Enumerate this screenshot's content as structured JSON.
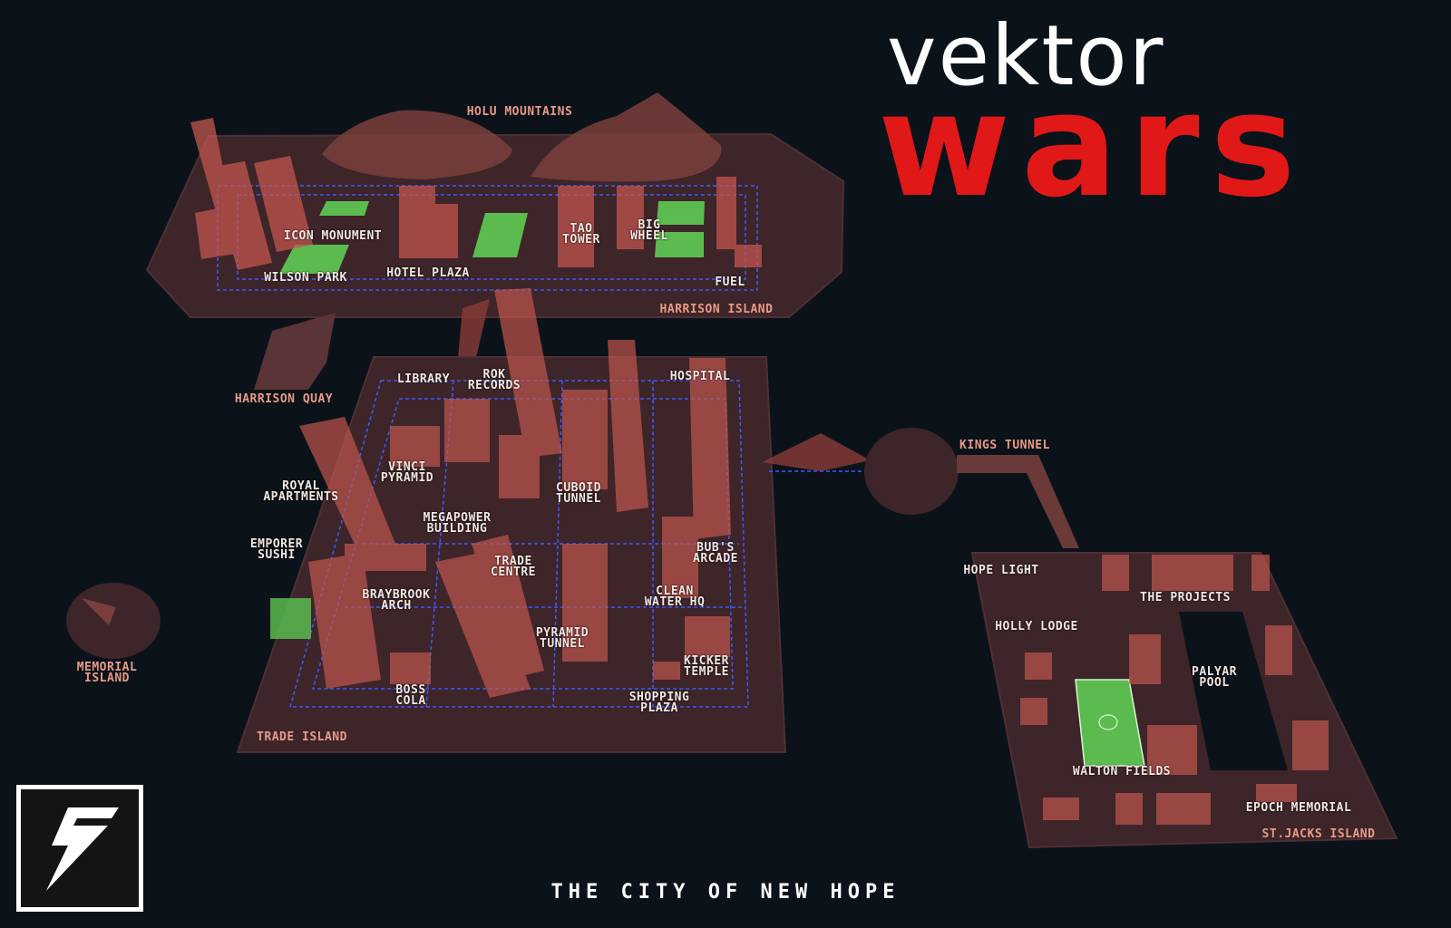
{
  "title": {
    "line1": "vektor",
    "line2": "wars"
  },
  "caption": "THE CITY OF NEW HOPE",
  "colors": {
    "background": "#0b121a",
    "land": "#3d2529",
    "building": "#c1564e",
    "park": "#5bbb4f",
    "road": "#3b5cff",
    "title_red": "#e01818",
    "label": "#f2e8e2",
    "region_label": "#e89a86"
  },
  "logo": {
    "icon": "lightning-bolt-icon"
  },
  "regions": [
    {
      "id": "holu-mountains",
      "label": "HOLU MOUNTAINS"
    },
    {
      "id": "harrison-island",
      "label": "HARRISON ISLAND"
    },
    {
      "id": "harrison-quay",
      "label": "HARRISON QUAY"
    },
    {
      "id": "trade-island",
      "label": "TRADE ISLAND"
    },
    {
      "id": "memorial-island",
      "label": "MEMORIAL\nISLAND"
    },
    {
      "id": "kings-tunnel",
      "label": "KINGS TUNNEL"
    },
    {
      "id": "st-jacks-island",
      "label": "ST.JACKS ISLAND"
    }
  ],
  "places": [
    {
      "id": "icon-monument",
      "label": "ICON MONUMENT"
    },
    {
      "id": "wilson-park",
      "label": "WILSON PARK"
    },
    {
      "id": "hotel-plaza",
      "label": "HOTEL PLAZA"
    },
    {
      "id": "tao-tower",
      "label": "TAO\nTOWER"
    },
    {
      "id": "big-wheel",
      "label": "BIG\nWHEEL"
    },
    {
      "id": "fuel",
      "label": "FUEL"
    },
    {
      "id": "library",
      "label": "LIBRARY"
    },
    {
      "id": "rok-records",
      "label": "ROK\nRECORDS"
    },
    {
      "id": "hospital",
      "label": "HOSPITAL"
    },
    {
      "id": "vinci-pyramid",
      "label": "VINCI\nPYRAMID"
    },
    {
      "id": "royal-apartments",
      "label": "ROYAL\nAPARTMENTS"
    },
    {
      "id": "cuboid-tunnel",
      "label": "CUBOID\nTUNNEL"
    },
    {
      "id": "megapower-building",
      "label": "MEGAPOWER\nBUILDING"
    },
    {
      "id": "emporer-sushi",
      "label": "EMPORER\nSUSHI"
    },
    {
      "id": "bubs-arcade",
      "label": "BUB'S\nARCADE"
    },
    {
      "id": "trade-centre",
      "label": "TRADE\nCENTRE"
    },
    {
      "id": "braybrook-arch",
      "label": "BRAYBROOK\nARCH"
    },
    {
      "id": "clean-water-hq",
      "label": "CLEAN\nWATER HQ"
    },
    {
      "id": "pyramid-tunnel",
      "label": "PYRAMID\nTUNNEL"
    },
    {
      "id": "kicker-temple",
      "label": "KICKER\nTEMPLE"
    },
    {
      "id": "boss-cola",
      "label": "BOSS\nCOLA"
    },
    {
      "id": "shopping-plaza",
      "label": "SHOPPING\nPLAZA"
    },
    {
      "id": "hope-light",
      "label": "HOPE LIGHT"
    },
    {
      "id": "the-projects",
      "label": "THE PROJECTS"
    },
    {
      "id": "holly-lodge",
      "label": "HOLLY LODGE"
    },
    {
      "id": "palyar-pool",
      "label": "PALYAR\nPOOL"
    },
    {
      "id": "walton-fields",
      "label": "WALTON FIELDS"
    },
    {
      "id": "epoch-memorial",
      "label": "EPOCH MEMORIAL"
    }
  ]
}
